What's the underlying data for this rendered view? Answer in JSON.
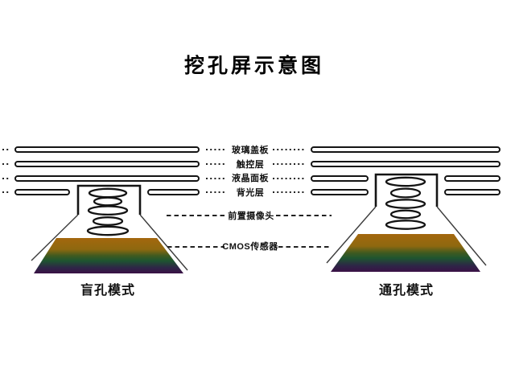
{
  "title": "挖孔屏示意图",
  "layers": [
    {
      "label": "玻璃盖板"
    },
    {
      "label": "触控层"
    },
    {
      "label": "液晶面板"
    },
    {
      "label": "背光层"
    }
  ],
  "annotations": {
    "front_camera": "前置摄像头",
    "cmos_sensor": "CMOS传感器"
  },
  "modes": {
    "blind_hole": "盲孔模式",
    "through_hole": "通孔模式"
  },
  "colors": {
    "outline": "#141414",
    "flare_line": "#3c3c3c",
    "leader": "#222222",
    "background": "#ffffff",
    "sensor_g1": "#a4670e",
    "sensor_g2": "#8e680f",
    "sensor_g3": "#3f5a20",
    "sensor_g4": "#1e5530",
    "sensor_g5": "#2e2547",
    "sensor_g6": "#3a1146"
  }
}
